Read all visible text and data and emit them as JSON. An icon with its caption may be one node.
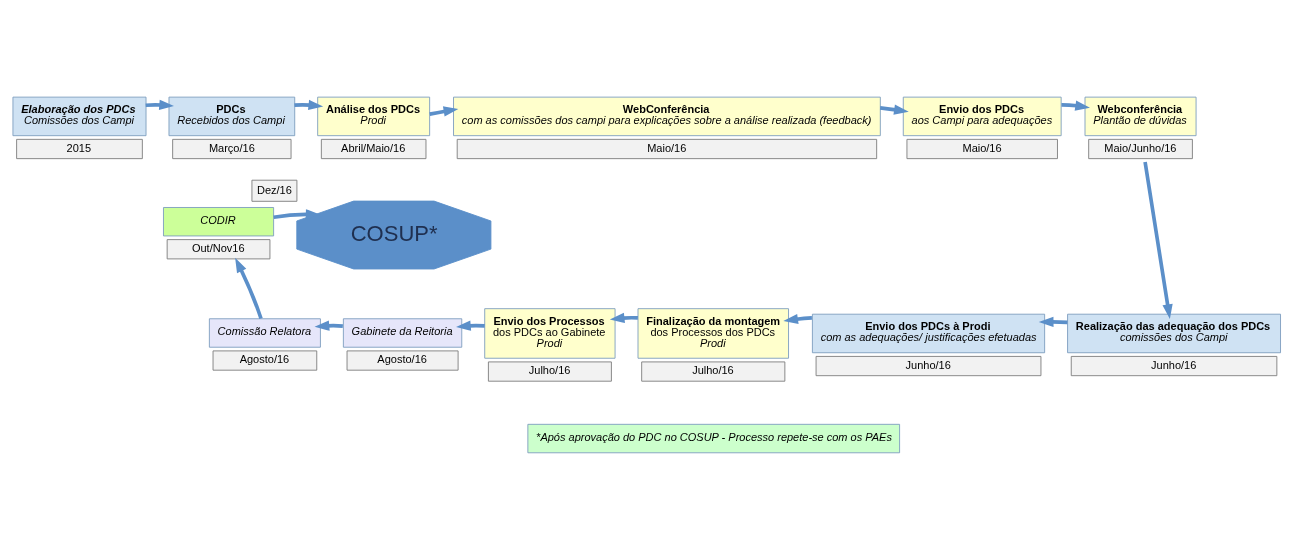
{
  "diagram": {
    "nodes": [
      {
        "text": [
          "Elaboração dos PDCs",
          "Comissões dos Campi"
        ],
        "beside": [
          "2015"
        ]
      },
      {
        "text": [
          "PDCs",
          "Recebidos dos Campi"
        ],
        "beside": [
          "Março/16"
        ]
      },
      {
        "text": [
          "Análise dos PDCs",
          "Prodi"
        ],
        "beside": [
          "Abril/Maio/16"
        ]
      },
      {
        "text": [
          "WebConferência",
          "com as comissões dos campi para explicações sobre a análise realizada (feedback)"
        ],
        "beside": [
          "Maio/16"
        ]
      },
      {
        "text": [
          "Envio dos PDCs",
          "aos Campi para adequações"
        ],
        "beside": [
          "Maio/16"
        ]
      },
      {
        "text": [
          "Webconferência",
          "Plantão de dúvidas"
        ],
        "beside": [
          "Maio/Junho/16"
        ]
      },
      {
        "text": [
          "CODIR"
        ],
        "beside": [
          "Out/Nov16"
        ]
      },
      {
        "text": [
          "COSUP*"
        ],
        "beside": [
          "Dez/16"
        ]
      },
      {
        "text": [
          "Comissão Relatora"
        ],
        "beside": [
          "Agosto/16"
        ]
      },
      {
        "text": [
          "Gabinete da Reitoria"
        ],
        "beside": [
          "Agosto/16"
        ]
      },
      {
        "text": [
          "Envio dos Processos",
          "dos PDCs ao Gabinete",
          "Prodi"
        ],
        "beside": [
          "Julho/16"
        ]
      },
      {
        "text": [
          "Finalização da montagem",
          "dos Processos dos PDCs",
          "Prodi"
        ],
        "beside": [
          "Julho/16"
        ]
      },
      {
        "text": [
          "Envio dos PDCs à Prodi",
          "com as adequações/ justificações efetuadas"
        ],
        "beside": [
          "Junho/16"
        ]
      },
      {
        "text": [
          "Realização das adequação dos PDCs",
          "comissões dos Campi"
        ],
        "beside": [
          "Junho/16"
        ]
      },
      {
        "text": [
          "*Após aprovação do PDC no COSUP - Processo repete-se com os PAEs"
        ]
      }
    ],
    "edges": [
      {
        "from": 0,
        "to": 1,
        "arrow": "to"
      },
      {
        "from": 1,
        "to": 2,
        "arrow": "to"
      },
      {
        "from": 2,
        "to": 3,
        "arrow": "to"
      },
      {
        "from": 3,
        "to": 4,
        "arrow": "to"
      },
      {
        "from": 4,
        "to": 5,
        "arrow": "to"
      },
      {
        "from": 5,
        "to": 13,
        "arrow": "to"
      },
      {
        "from": 13,
        "to": 12,
        "arrow": "to"
      },
      {
        "from": 12,
        "to": 11,
        "arrow": "to"
      },
      {
        "from": 11,
        "to": 10,
        "arrow": "to"
      },
      {
        "from": 10,
        "to": 9,
        "arrow": "to"
      },
      {
        "from": 9,
        "to": 8,
        "arrow": "to"
      },
      {
        "from": 8,
        "to": 6,
        "arrow": "to"
      },
      {
        "from": 6,
        "to": 7,
        "arrow": "to"
      }
    ]
  }
}
